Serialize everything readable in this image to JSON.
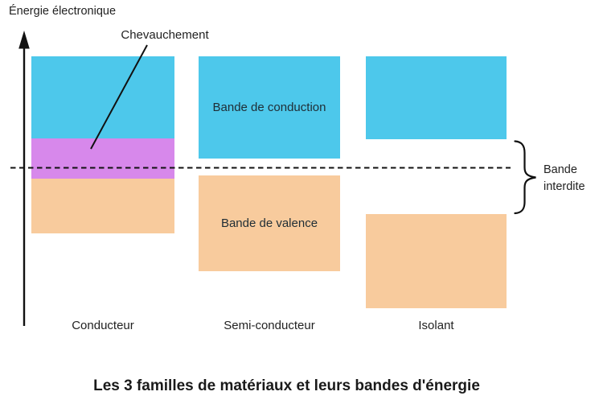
{
  "diagram": {
    "axis_label": "Énergie électronique",
    "overlap_label": "Chevauchement",
    "bands": {
      "conduction_label": "Bande de conduction",
      "valence_label": "Bande de valence",
      "forbidden_label": "Bande interdite"
    },
    "materials": [
      {
        "name": "Conducteur"
      },
      {
        "name": "Semi-conducteur"
      },
      {
        "name": "Isolant"
      }
    ],
    "title": "Les 3 familles de matériaux et leurs bandes d'énergie",
    "colors": {
      "conduction_band": "#4DC8EB",
      "valence_band": "#F8CB9D",
      "overlap_band": "#D788EB",
      "line": "#111111",
      "text": "#222222"
    }
  }
}
